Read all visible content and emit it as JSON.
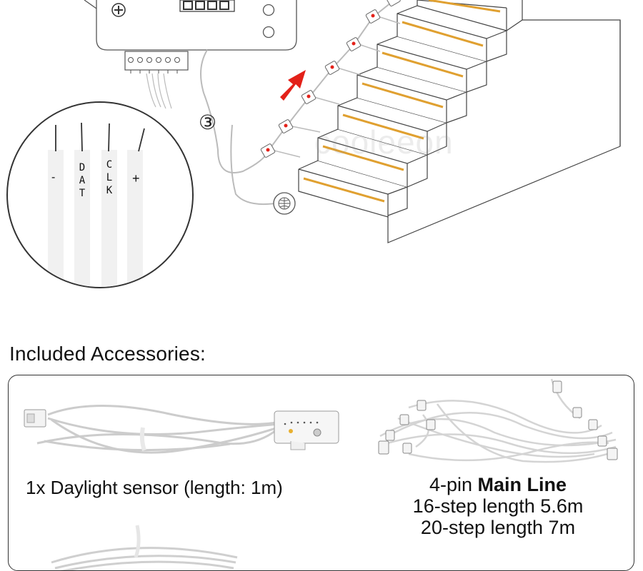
{
  "diagram": {
    "wire_labels": {
      "minus": "-",
      "dat": "DAT",
      "clk": "CLK",
      "plus": "+"
    },
    "callout_number": "③",
    "watermark": "cooleeon"
  },
  "accessories": {
    "section_title": "Included Accessories:",
    "sensor": {
      "label": "1x Daylight sensor (length: 1m)"
    },
    "main_line": {
      "pin_text": "4-pin ",
      "name": "Main Line",
      "step16": "16-step length 5.6m",
      "step20": "20-step length 7m"
    }
  }
}
